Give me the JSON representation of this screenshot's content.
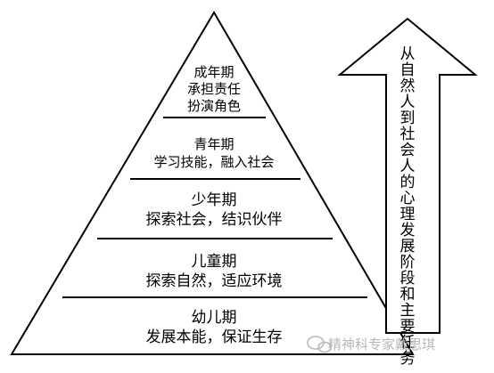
{
  "pyramid": {
    "levels": [
      {
        "stage": "成年期",
        "tasks": [
          "承担责任",
          "扮演角色"
        ]
      },
      {
        "stage": "青年期",
        "tasks": [
          "学习技能，融入社会"
        ]
      },
      {
        "stage": "少年期",
        "tasks": [
          "探索社会，结识伙伴"
        ]
      },
      {
        "stage": "儿童期",
        "tasks": [
          "探索自然，适应环境"
        ]
      },
      {
        "stage": "幼儿期",
        "tasks": [
          "发展本能，保证生存"
        ]
      }
    ]
  },
  "arrow": {
    "label": "从自然人到社会人的心理发展阶段和主要任务"
  },
  "watermark": {
    "text": "精神科专家戴思琪"
  },
  "colors": {
    "line": "#000000",
    "fill": "#ffffff",
    "watermark": "#b8b8b8"
  }
}
